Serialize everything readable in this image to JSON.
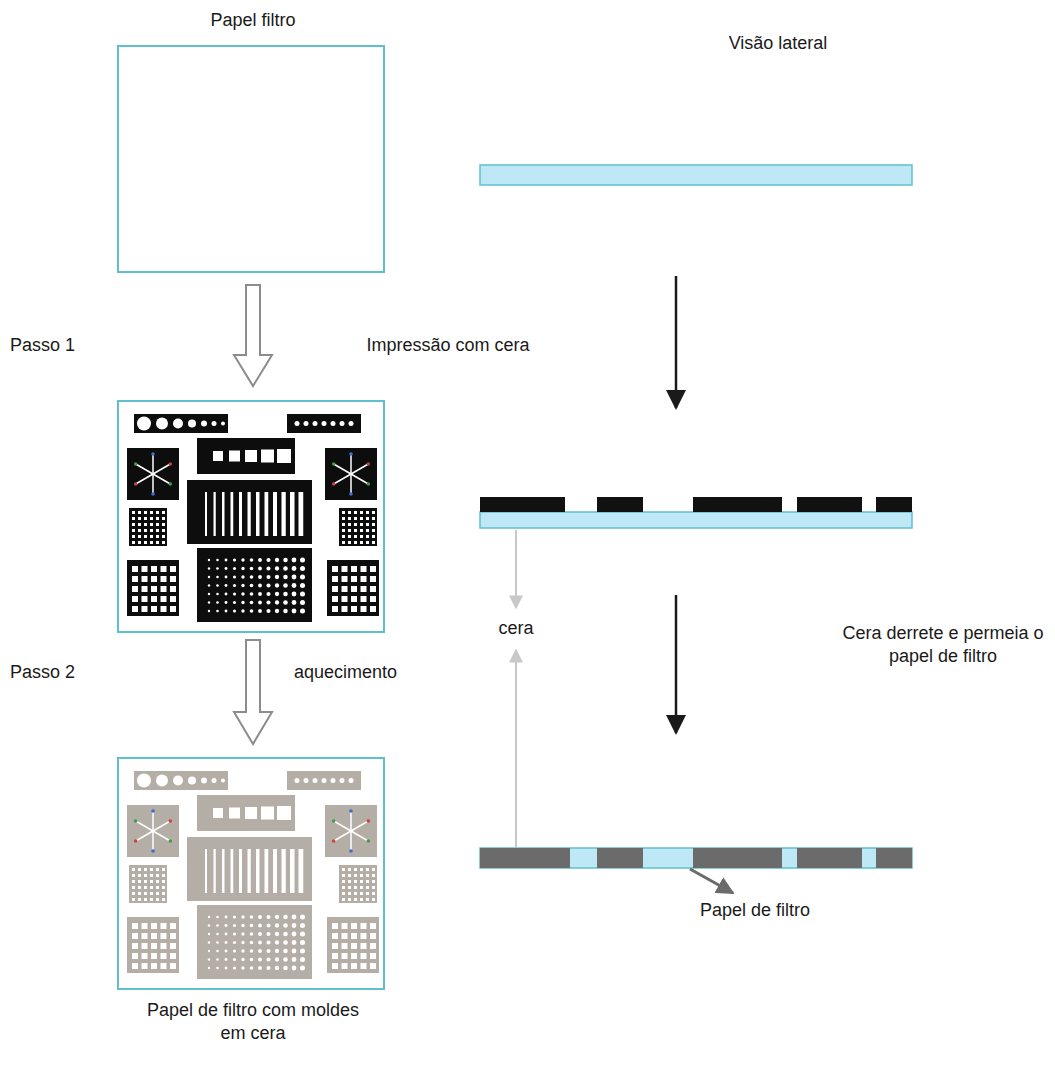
{
  "diagram": {
    "nodes": [
      {
        "text": [
          "Papel filtro"
        ]
      },
      {
        "text": [
          "Papel de filtro com moldes em cera"
        ]
      }
    ],
    "labels": [
      "Visão lateral",
      "Passo 1",
      "Impressão com cera",
      "cera",
      "Passo 2",
      "aquecimento",
      "Cera derrete e permeia o papel de filtro",
      "Papel de filtro"
    ]
  }
}
